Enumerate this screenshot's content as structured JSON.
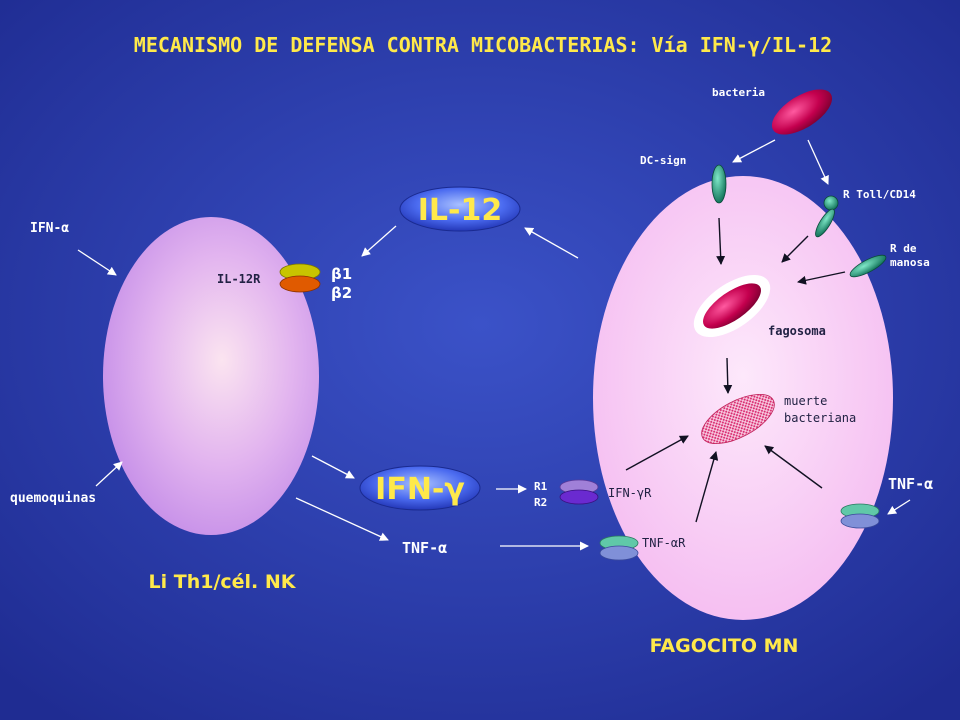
{
  "title": "MECANISMO DE DEFENSA CONTRA MICOBACTERIAS: Vía IFN-γ/IL-12",
  "left_cell": {
    "caption": "Li Th1/cél. NK",
    "ifn_alpha": "IFN-α",
    "chemokines": "quemoquinas",
    "il12_receptor": "IL-12R",
    "beta1": "β1",
    "beta2": "β2"
  },
  "cytokines": {
    "il12": "IL-12",
    "ifn_gamma": "IFN-γ",
    "tnf_alpha_left": "TNF-α",
    "tnf_alpha_right": "TNF-α"
  },
  "phagocyte": {
    "caption": "FAGOCITO MN",
    "bacteria": "bacteria",
    "dc_sign": "DC-sign",
    "toll": "R Toll/CD14",
    "mannose_line1": "R de",
    "mannose_line2": "manosa",
    "phagosome": "fagosoma",
    "death_line1": "muerte",
    "death_line2": "bacteriana",
    "ifngr": "IFN-γR",
    "r1": "R1",
    "r2": "R2",
    "tnfar": "TNF-αR"
  },
  "colors": {
    "background": "#2a3aa6",
    "title": "#ffe94a",
    "left_cell": "#d9a6ee",
    "phagocyte": "#f8c6f4",
    "bacteria": "#c2004f",
    "receptor_teal": "#1a9a7a",
    "il12_bubble": "#4b6bf0"
  }
}
